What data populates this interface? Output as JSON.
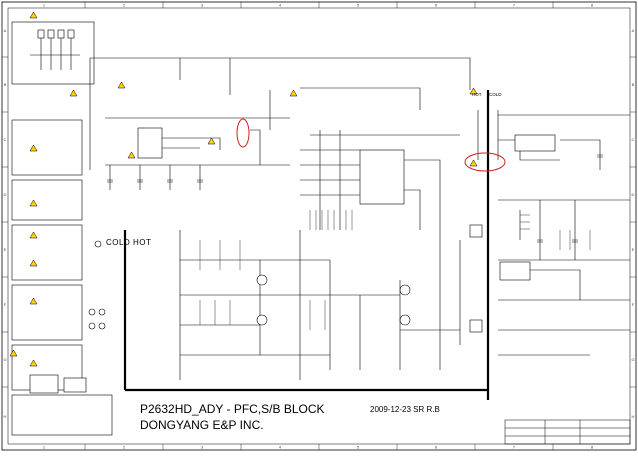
{
  "title": {
    "main": "P2632HD_ADY - PFC,S/B BLOCK",
    "company": "DONGYANG E&P INC.",
    "date": "2009-12-23 SR R.B"
  },
  "labels": {
    "cold_hot": "COLD  HOT",
    "hot_top": "HOT",
    "cold_top": "COLD"
  },
  "border": {
    "columns": [
      "1",
      "2",
      "3",
      "4",
      "5",
      "6",
      "7",
      "8"
    ],
    "rows": [
      "A",
      "B",
      "C",
      "D",
      "E",
      "F",
      "G",
      "H"
    ]
  },
  "colors": {
    "line": "#000000",
    "highlight_circle": "#d42020",
    "warning_fill": "#ffd400"
  },
  "icons": {
    "warning": "caution-triangle-icon",
    "connector": "connector-icon"
  }
}
